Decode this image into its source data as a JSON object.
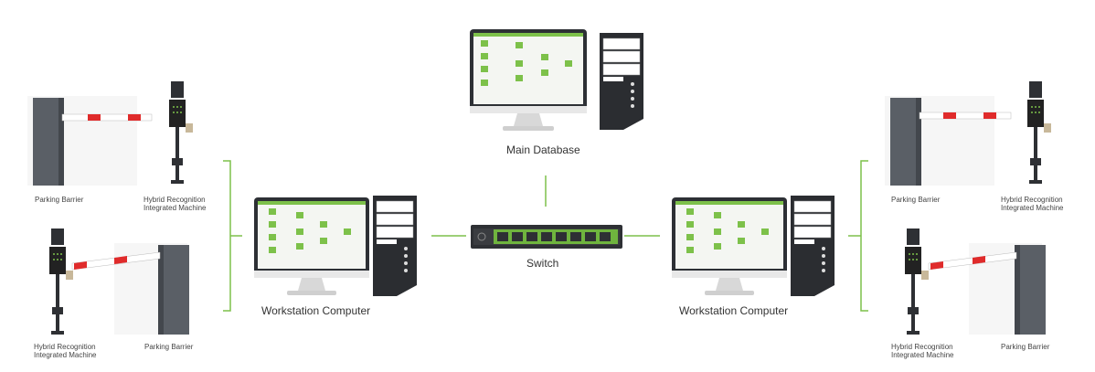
{
  "nodes": {
    "main_database": {
      "label": "Main Database"
    },
    "switch": {
      "label": "Switch"
    },
    "workstation_left": {
      "label": "Workstation Computer"
    },
    "workstation_right": {
      "label": "Workstation Computer"
    },
    "left_top": {
      "barrier_label": "Parking Barrier",
      "machine_label_line1": "Hybrid Recognition",
      "machine_label_line2": "Integrated Machine"
    },
    "left_bottom": {
      "barrier_label": "Parking Barrier",
      "machine_label_line1": "Hybrid Recognition",
      "machine_label_line2": "Integrated Machine"
    },
    "right_top": {
      "barrier_label": "Parking Barrier",
      "machine_label_line1": "Hybrid Recognition",
      "machine_label_line2": "Integrated Machine"
    },
    "right_bottom": {
      "barrier_label": "Parking Barrier",
      "machine_label_line1": "Hybrid Recognition",
      "machine_label_line2": "Integrated Machine"
    }
  },
  "colors": {
    "connector": "#7dc14a",
    "barrier_body": "#5a5f66",
    "boom_red": "#e02b2b",
    "tower": "#303236",
    "screen_green": "#7dc14a"
  },
  "icons": [
    "monitor-icon",
    "tower-pc-icon",
    "network-switch-icon",
    "barrier-gate-icon",
    "recognition-terminal-icon"
  ]
}
